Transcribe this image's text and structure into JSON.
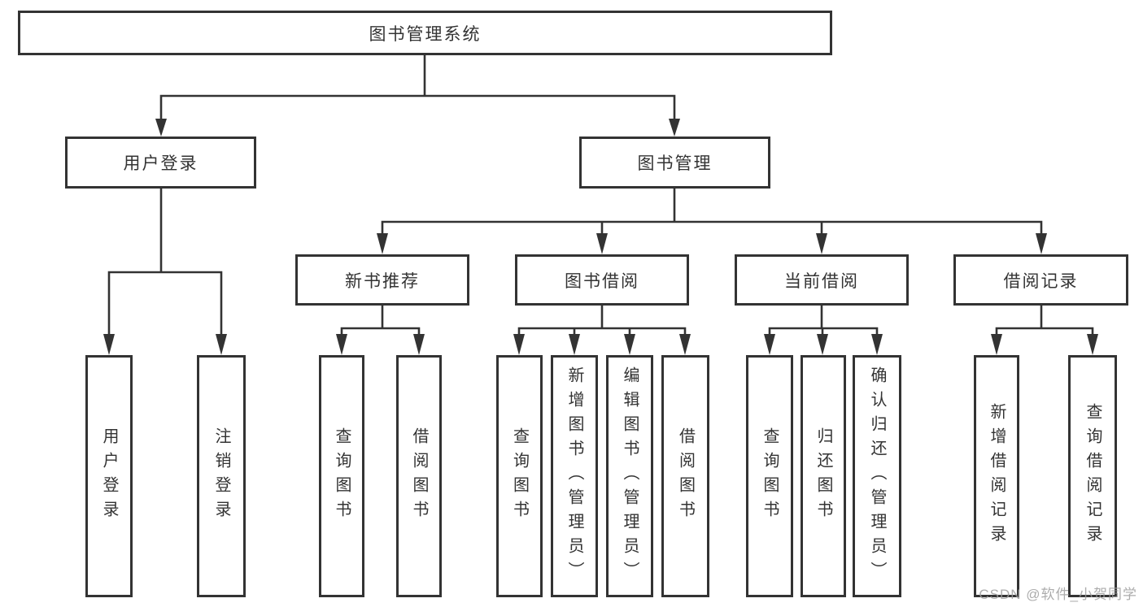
{
  "diagram_title": "图书管理系统",
  "nodes": {
    "root": {
      "label": "图书管理系统"
    },
    "user_login": {
      "label": "用户登录"
    },
    "book_mgmt": {
      "label": "图书管理"
    },
    "new_book_rec": {
      "label": "新书推荐"
    },
    "book_borrow": {
      "label": "图书借阅"
    },
    "current_borrow": {
      "label": "当前借阅"
    },
    "borrow_records": {
      "label": "借阅记录"
    },
    "login": {
      "label": "用户登录"
    },
    "logout": {
      "label": "注销登录"
    },
    "nbr_query_books": {
      "label": "查询图书"
    },
    "nbr_borrow_books": {
      "label": "借阅图书"
    },
    "bb_query_books": {
      "label": "查询图书"
    },
    "bb_add_books_admin": {
      "label": "新增图书（管理员）"
    },
    "bb_edit_books_admin": {
      "label": "编辑图书（管理员）"
    },
    "bb_borrow_books": {
      "label": "借阅图书"
    },
    "cb_query_books": {
      "label": "查询图书"
    },
    "cb_return_books": {
      "label": "归还图书"
    },
    "cb_confirm_return_admin": {
      "label": "确认归还（管理员）"
    },
    "br_add_record": {
      "label": "新增借阅记录"
    },
    "br_query_record": {
      "label": "查询借阅记录"
    }
  },
  "watermark": {
    "text": "CSDN @软件_小贺同学"
  },
  "colors": {
    "line": "#333333",
    "text": "#333333",
    "box_background": "#ffffff",
    "page_background": "#ffffff",
    "watermark": "#9e9e9e"
  }
}
